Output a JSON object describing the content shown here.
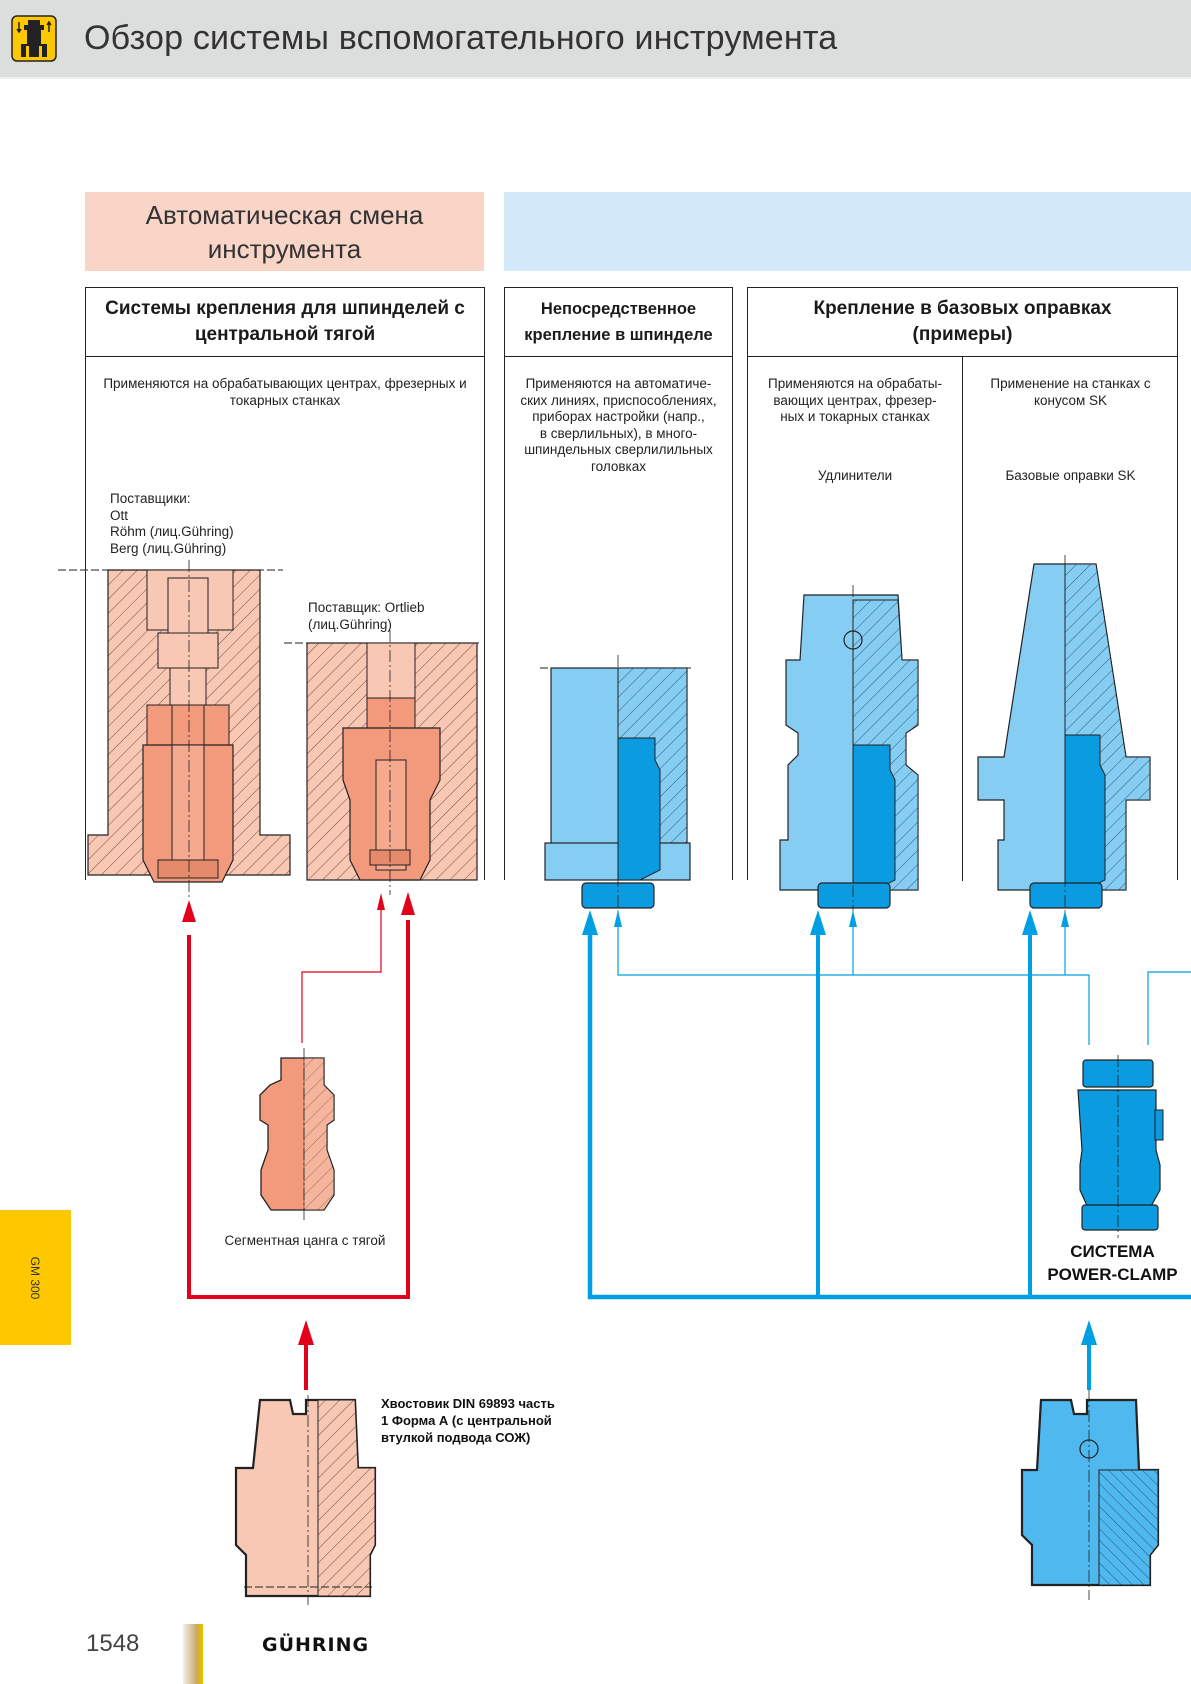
{
  "header": {
    "title": "Обзор системы вспомогательного инструмента",
    "icon": "tool-holder-icon"
  },
  "banners": {
    "automatic_tool_change": "Автоматическая смена\nинструмента"
  },
  "panels": [
    {
      "title": "Системы крепления для шпинделей с центральной тягой",
      "description": "Применяются на обрабатывающих центрах, фрезерных и\nтокарных станках",
      "suppliers_1": "Поставщики:\nOtt\nRöhm (лиц.Gühring)\nBerg (лиц.Gühring)",
      "suppliers_2": "Поставщик: Ortlieb\n(лиц.Gühring)",
      "color": "#f4a58a"
    },
    {
      "title": "Непосредственное крепление в шпинделе",
      "description": "Применяются на автоматиче-\nских линиях, приспособлениях,\nприборах настройки (напр.,\nв сверлильных), в много-\nшпиндельных сверлилильных\nголовках",
      "color": "#7fcbf2"
    },
    {
      "title": "Крепление в базовых оправках\n(примеры)",
      "columns": [
        {
          "description": "Применяются на обрабаты-\nвающих центрах, фрезер-\nных и токарных станках",
          "label": "Удлинители"
        },
        {
          "description": "Применение на станках с\nконусом SK",
          "label": "Базовые оправки SK"
        }
      ],
      "color": "#7fcbf2"
    }
  ],
  "components": {
    "segment_collet": "Сегментная цанга с тягой",
    "power_clamp": "СИСТЕМА\nPOWER-CLAMP",
    "shank_label": "Хвостовик DIN 69893 часть\n1 Форма А (с центральной\nвтулкой подвода СОЖ)"
  },
  "colors": {
    "red_flow": "#e2001a",
    "blue_flow": "#009fe3",
    "pink_part": "#f4a58a",
    "light_pink": "#f8c8b4",
    "light_blue_part": "#86cdf3",
    "dark_blue_part": "#0a9be0"
  },
  "side_tab": {
    "label": "GM 300"
  },
  "footer": {
    "page_number": "1548",
    "brand": "GÜHRING"
  }
}
